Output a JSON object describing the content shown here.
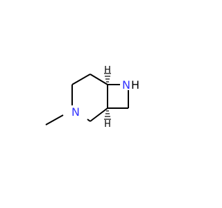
{
  "molecule": {
    "atoms": {
      "n_ring": "N",
      "nh_n": "N",
      "nh_h": "H",
      "stereo_h_top": "H",
      "stereo_h_bottom": "H"
    },
    "colors": {
      "nitrogen": "#3333ff",
      "carbon": "#000000",
      "hydrogen": "#000000"
    }
  }
}
